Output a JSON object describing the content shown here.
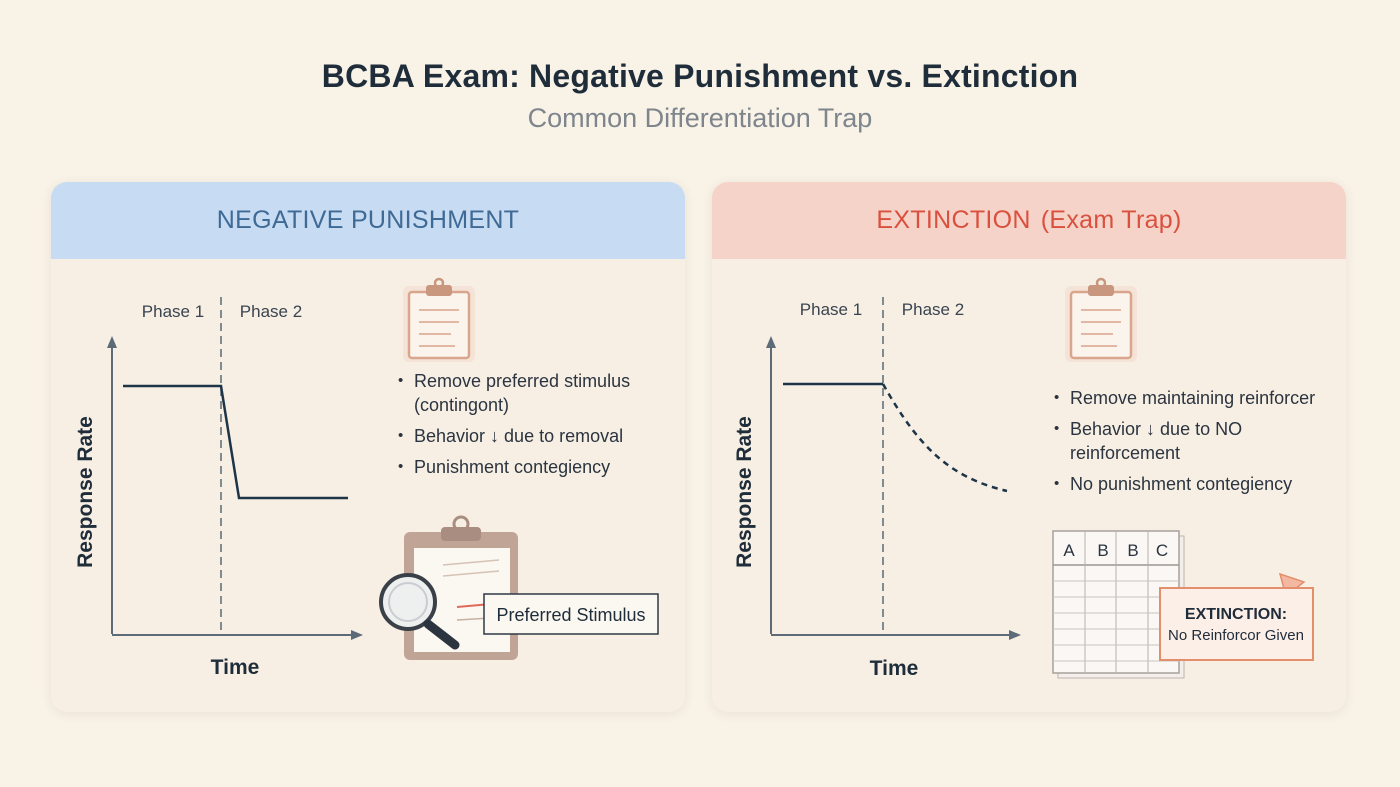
{
  "title": "BCBA Exam: Negative Punishment vs. Extinction",
  "subtitle": "Common Differentiation Trap",
  "left_panel": {
    "header": "NEGATIVE PUNISHMENT",
    "graph": {
      "phase1_label": "Phase 1",
      "phase2_label": "Phase 2",
      "x_label": "Time",
      "y_label": "Response Rate"
    },
    "bullets": [
      "Remove preferred stimulus (contingont)",
      "Behavior ↓ due to removal",
      "Punishment contegiency"
    ],
    "stimulus_label": "Preferred Stimulus",
    "colors": {
      "header_bg": "#c7dcf2",
      "header_text": "#3f6a96",
      "line": "#1e3447"
    }
  },
  "right_panel": {
    "header": "EXTINCTION",
    "header_note": "(Exam Trap)",
    "graph": {
      "phase1_label": "Phase 1",
      "phase2_label": "Phase 2",
      "x_label": "Time",
      "y_label": "Response Rate"
    },
    "bullets": [
      "Remove maintaining reinforcer",
      "Behavior ↓ due to NO reinforcement",
      "No punishment contegiency"
    ],
    "grid_headers": [
      "A",
      "B",
      "B",
      "C"
    ],
    "callout_title": "EXTINCTION:",
    "callout_text": "No Reinforcor Given",
    "colors": {
      "header_bg": "#f6d3c8",
      "header_text": "#d9503f",
      "line": "#1e3447",
      "accent": "#e48f6c"
    }
  }
}
